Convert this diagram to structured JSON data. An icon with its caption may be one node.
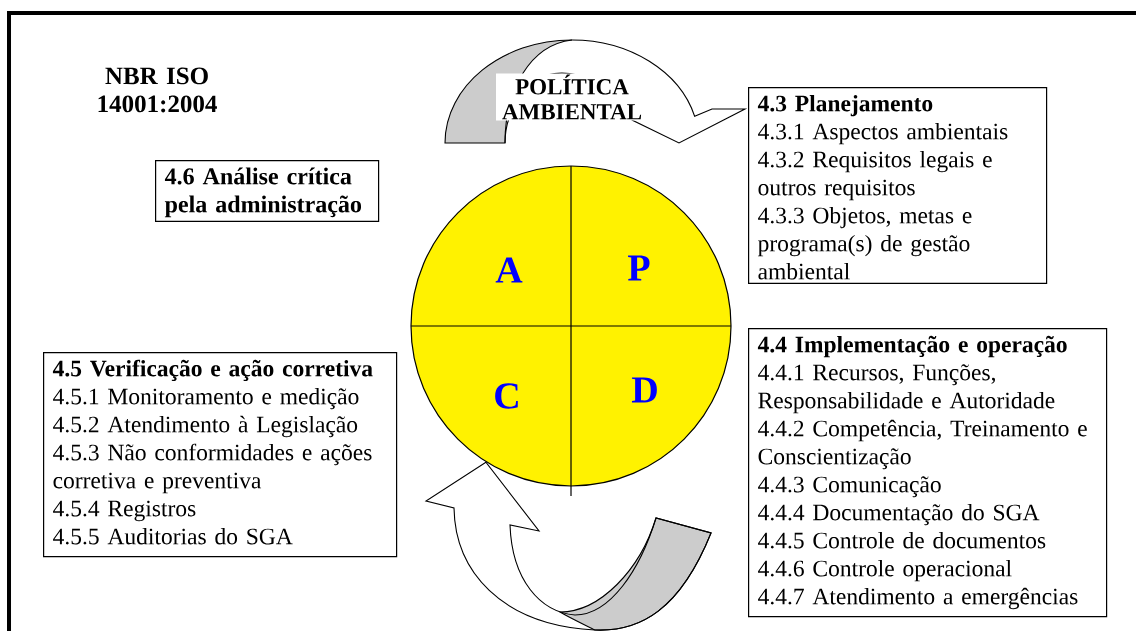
{
  "diagram": {
    "nodes": [
      {
        "text": [
          "4.3 Planejamento",
          "4.3.1 Aspectos ambientais",
          "4.3.2 Requisitos legais e outros requisitos",
          "4.3.3 Objetos, metas e programa(s) de gestão ambiental"
        ]
      },
      {
        "text": [
          "4.6 Análise crítica pela administração"
        ]
      },
      {
        "text": [
          "A",
          "P",
          "C",
          "D"
        ]
      },
      {
        "text": [
          "4.4 Implementação e operação",
          "4.4.1 Recursos, Funções, Responsabilidade e Autoridade",
          "4.4.2 Competência, Treinamento e Conscientização",
          "4.4.3 Comunicação",
          "4.4.4 Documentação do SGA",
          "4.4.5 Controle de documentos",
          "4.4.6 Controle operacional",
          "4.4.7 Atendimento a emergências"
        ]
      },
      {
        "text": [
          "4.5 Verificação e ação corretiva",
          "4.5.1 Monitoramento e medição",
          "4.5.2 Atendimento à Legislação",
          "4.5.3 Não conformidades e ações corretiva e preventiva",
          "4.5.4 Registros",
          "4.5.5 Auditorias do SGA"
        ]
      }
    ],
    "edges": [
      {
        "from": null,
        "to": 0,
        "arrow": "to",
        "label": "POLÍTICA AMBIENTAL"
      },
      {
        "from": null,
        "to": 2,
        "arrow": "to"
      }
    ],
    "labels": [
      "NBR ISO 14001:2004"
    ]
  }
}
